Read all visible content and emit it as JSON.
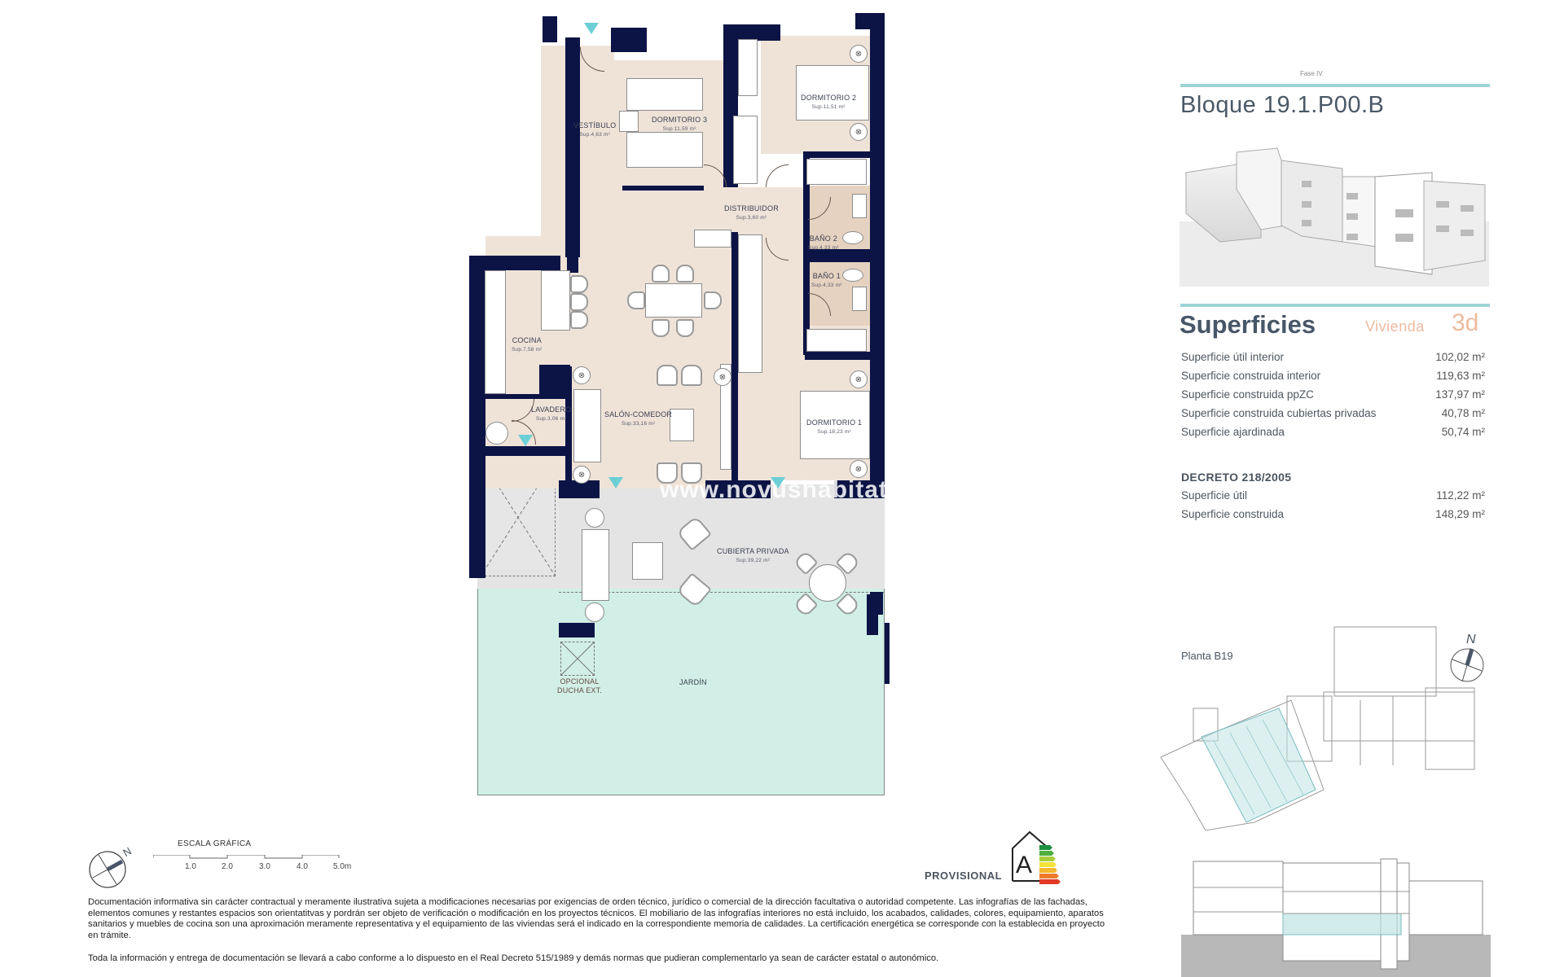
{
  "header": {
    "page_tag": "Fase IV",
    "bloque_title": "Bloque 19.1.P00.B"
  },
  "superficies": {
    "title": "Superficies",
    "vivienda_label": "Vivienda",
    "vivienda_code": "3d",
    "rows": [
      {
        "label": "Superficie útil interior",
        "value": "102,02 m²"
      },
      {
        "label": "Superficie construida interior",
        "value": "119,63 m²"
      },
      {
        "label": "Superficie construida ppZC",
        "value": "137,97 m²"
      },
      {
        "label": "Superficie construida cubiertas privadas",
        "value": "40,78 m²"
      },
      {
        "label": "Superficie ajardinada",
        "value": "50,74 m²"
      }
    ]
  },
  "decreto": {
    "title": "DECRETO 218/2005",
    "rows": [
      {
        "label": "Superficie útil",
        "value": "112,22 m²"
      },
      {
        "label": "Superficie construida",
        "value": "148,29 m²"
      }
    ]
  },
  "site_plan": {
    "label": "Planta B19",
    "north": "N"
  },
  "floor_plan": {
    "rooms": {
      "vestibulo": {
        "name": "VESTÍBULO",
        "sup": "Sup.4,63 m²"
      },
      "dormitorio3": {
        "name": "DORMITORIO 3",
        "sup": "Sup.11,59 m²"
      },
      "dormitorio2": {
        "name": "DORMITORIO 2",
        "sup": "Sup.11,51 m²"
      },
      "distribuidor": {
        "name": "DISTRIBUIDOR",
        "sup": "Sup.3,60 m²"
      },
      "bano2": {
        "name": "BAÑO 2",
        "sup": "Sup.4,33 m²"
      },
      "bano1": {
        "name": "BAÑO 1",
        "sup": "Sup.4,33 m²"
      },
      "cocina": {
        "name": "COCINA",
        "sup": "Sup.7,58 m²"
      },
      "lavadero": {
        "name": "LAVADERO",
        "sup": "Sup.3,06 m²"
      },
      "salon": {
        "name": "SALÓN-COMEDOR",
        "sup": "Sup.33,16 m²"
      },
      "dormitorio1": {
        "name": "DORMITORIO 1",
        "sup": "Sup.18,23 m²"
      },
      "cubierta": {
        "name": "CUBIERTA PRIVADA",
        "sup": "Sup.39,22 m²"
      },
      "jardin": {
        "name": "JARDÍN"
      },
      "ducha_line1": "OPCIONAL",
      "ducha_line2": "DUCHA EXT."
    },
    "watermark": "www.novushabitat.e"
  },
  "scale": {
    "label": "ESCALA GRÁFICA",
    "ticks": [
      "1.0",
      "2.0",
      "3.0",
      "4.0",
      "5.0m"
    ],
    "north": "N"
  },
  "energy": {
    "status": "PROVISIONAL",
    "rating": "A",
    "colors": [
      "#1e8f3f",
      "#4caf3e",
      "#a8cf3a",
      "#f2e33a",
      "#f4b82e",
      "#ed7a2b",
      "#e23a26"
    ]
  },
  "disclaimer": {
    "paragraph1": "Documentación informativa sin carácter contractual y meramente ilustrativa sujeta a modificaciones necesarias por exigencias de orden técnico, jurídico o comercial de la dirección facultativa o autoridad competente. Las infografías de las fachadas, elementos comunes y restantes espacios son orientatitvas y pordrán ser objeto de verificación o modificación en los proyectos técnicos. El mobiliario de las infografías interiores no está incluido, los acabados, calidades, colores, equipamiento, aparatos sanitarios y muebles de cocina son una aproximación meramente representativa y el equipamiento de las viviendas será el indicado en la correspondiente memoria de calidades. La certificación energética se corresponde con la establecida en proyecto en trámite.",
    "paragraph2": "Toda la información y entrega de documentación se llevará a cabo conforme a lo dispuesto en el Real Decreto 515/1989 y demás normas que pudieran complementarlo ya sean de carácter estatal o autonómico."
  },
  "colors": {
    "wall": "#0c1446",
    "interior": "#efe3d8",
    "bath": "#e5d2c0",
    "terrace": "#e4e4e4",
    "garden": "#d1efe6",
    "accent_teal": "#9dd4d6",
    "entry_marker": "#6ccfd6",
    "vivienda_orange": "#eebba0"
  }
}
